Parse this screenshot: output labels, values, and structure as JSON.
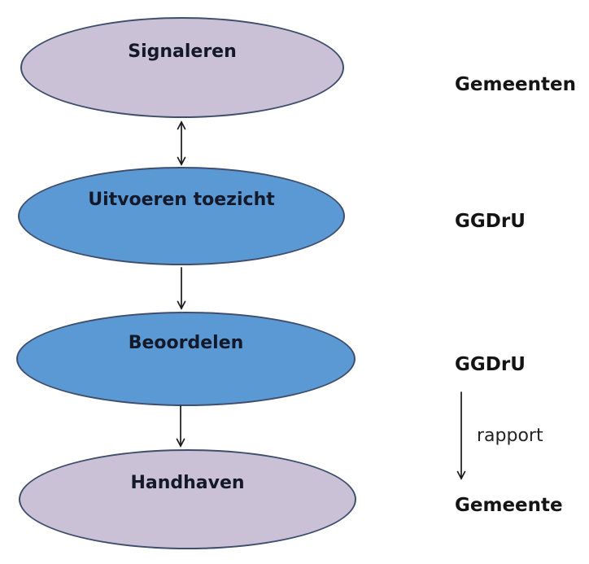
{
  "diagram": {
    "nodes": [
      {
        "label": "Signaleren",
        "fill": "#CAC1D6"
      },
      {
        "label": "Uitvoeren toezicht",
        "fill": "#5B99D5"
      },
      {
        "label": "Beoordelen",
        "fill": "#5B99D5"
      },
      {
        "label": "Handhaven",
        "fill": "#CAC1D6"
      }
    ],
    "actors": [
      {
        "label": "Gemeenten"
      },
      {
        "label": "GGDrU"
      },
      {
        "label": "GGDrU"
      },
      {
        "label": "Gemeente"
      }
    ],
    "connectors": [
      {
        "from": "Signaleren",
        "to": "Uitvoeren toezicht",
        "type": "double-arrow",
        "label": ""
      },
      {
        "from": "Uitvoeren toezicht",
        "to": "Beoordelen",
        "type": "arrow-down",
        "label": ""
      },
      {
        "from": "Beoordelen",
        "to": "Handhaven",
        "type": "arrow-down",
        "label": ""
      },
      {
        "from": "GGDrU",
        "to": "Gemeente",
        "type": "arrow-down",
        "label": "rapport"
      }
    ],
    "colors": {
      "node_border": "#3F4E6D",
      "node_fill_purple": "#CAC1D6",
      "node_fill_blue": "#5B99D5",
      "arrow": "#1A1A1A",
      "node_text": "#14192A",
      "actor_text": "#141414",
      "background": "#FFFFFF"
    }
  }
}
